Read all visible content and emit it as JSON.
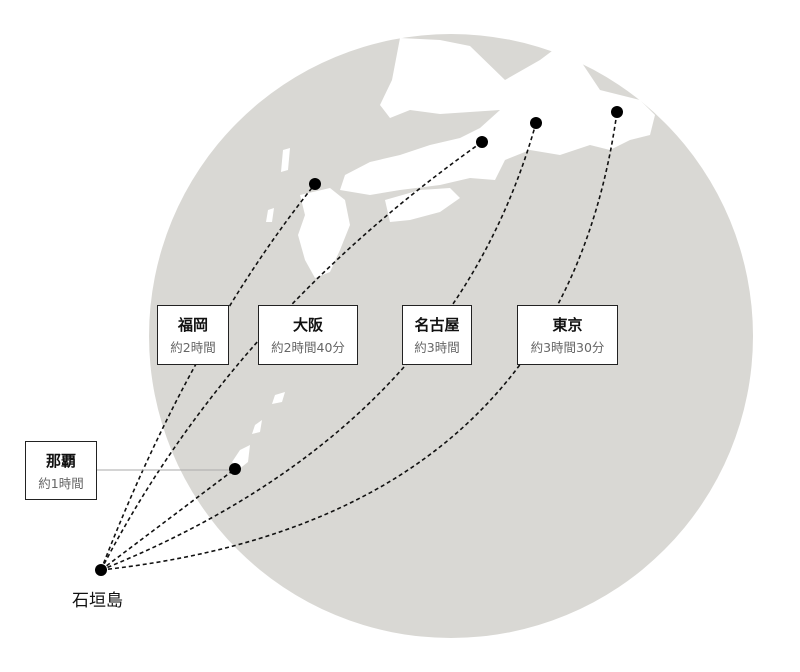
{
  "colors": {
    "globe": "#d9d8d4",
    "land": "#ffffff",
    "route": "#111111",
    "connector": "#aaaaaa"
  },
  "origin": {
    "name": "石垣島"
  },
  "destinations": [
    {
      "id": "fukuoka",
      "name": "福岡",
      "time": "約2時間"
    },
    {
      "id": "osaka",
      "name": "大阪",
      "time": "約2時間40分"
    },
    {
      "id": "nagoya",
      "name": "名古屋",
      "time": "約3時間"
    },
    {
      "id": "tokyo",
      "name": "東京",
      "time": "約3時間30分"
    },
    {
      "id": "naha",
      "name": "那覇",
      "time": "約1時間"
    }
  ]
}
